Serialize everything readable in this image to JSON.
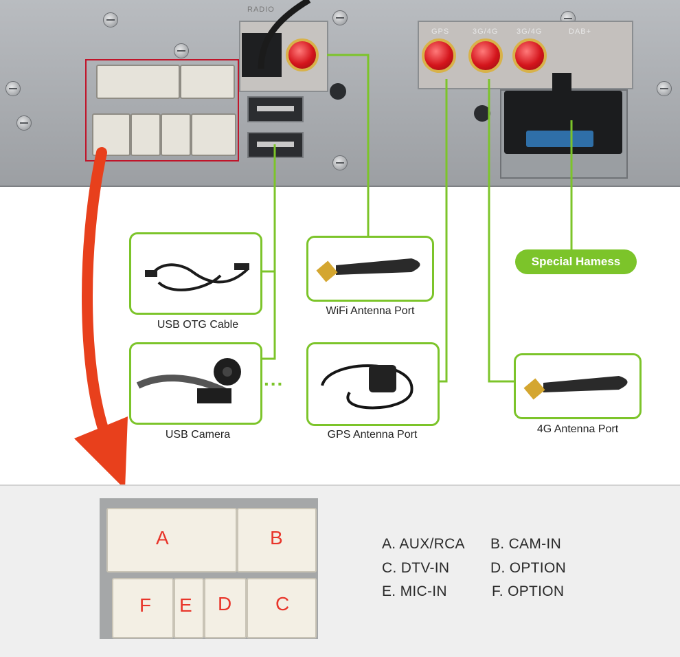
{
  "panel": {
    "silk_radio": "RADIO",
    "silk_gps": "GPS",
    "silk_3g4g_1": "3G/4G",
    "silk_3g4g_2": "3G/4G",
    "silk_dab": "DAB+"
  },
  "callouts": {
    "usb_otg": "USB OTG Cable",
    "usb_camera": "USB Camera",
    "wifi": "WiFi Antenna Port",
    "gps": "GPS Antenna Port",
    "antenna_4g": "4G Antenna Port",
    "harness": "Special Hamess",
    "ellipsis": "..."
  },
  "connector_letters": {
    "a": "A",
    "b": "B",
    "c": "C",
    "d": "D",
    "e": "E",
    "f": "F"
  },
  "legend": {
    "a": "A. AUX/RCA",
    "b": "B. CAM-IN",
    "c": "C. DTV-IN",
    "d": "D. OPTION",
    "e": "E. MIC-IN",
    "f": "F. OPTION"
  },
  "colors": {
    "green": "#7cc42a",
    "arrow": "#e8401c",
    "letter_red": "#e8352a"
  }
}
